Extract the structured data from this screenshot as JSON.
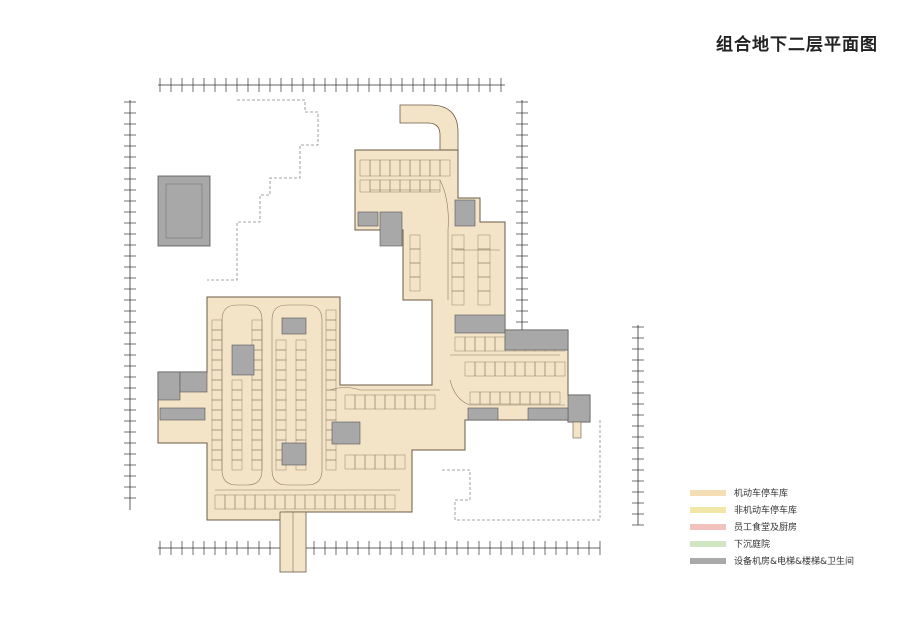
{
  "title": "组合地下二层平面图",
  "legend": [
    {
      "label": "机动车停车库",
      "color": "#f4dcb5",
      "icon": "parking-swatch"
    },
    {
      "label": "非机动车停车库",
      "color": "#f1e7a8",
      "icon": "bike-parking-swatch"
    },
    {
      "label": "员工食堂及厨房",
      "color": "#f3c1bd",
      "icon": "canteen-swatch"
    },
    {
      "label": "下沉庭院",
      "color": "#cfe6c3",
      "icon": "sunken-courtyard-swatch"
    },
    {
      "label": "设备机房&电梯&楼梯&卫生间",
      "color": "#a9a9a9",
      "icon": "equipment-swatch"
    }
  ],
  "colors": {
    "floor": "#f3e4c8",
    "outline": "#6b5a45",
    "service": "#a8a8a8",
    "line": "#444444"
  }
}
